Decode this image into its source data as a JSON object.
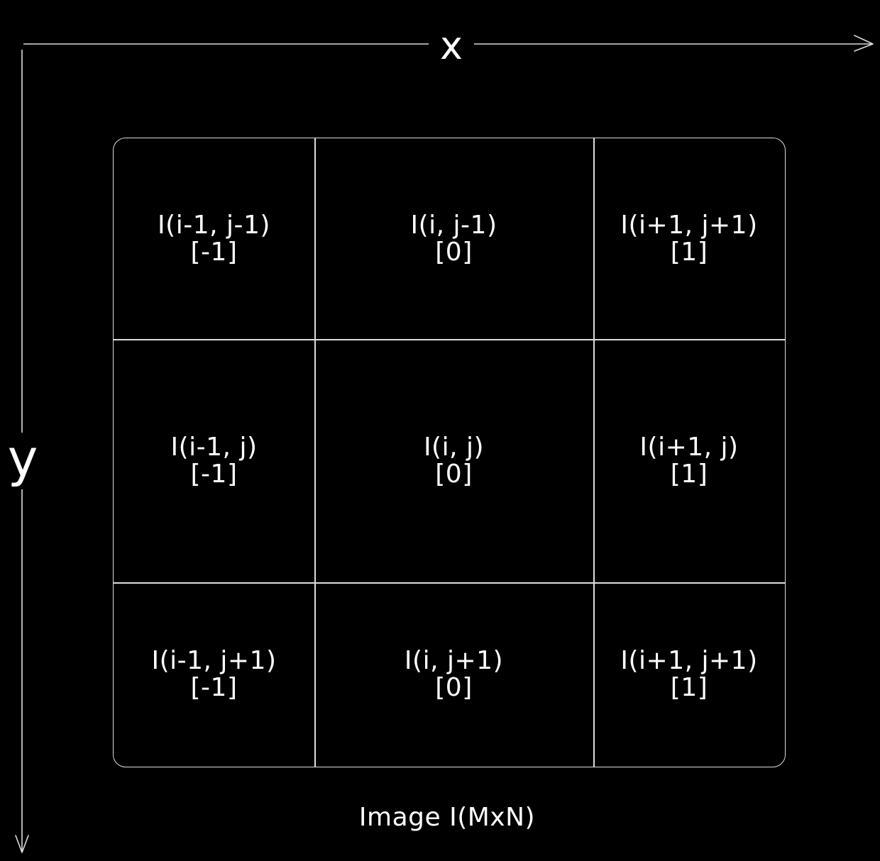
{
  "axes": {
    "x_label": "x",
    "y_label": "y"
  },
  "grid": {
    "rows": [
      [
        {
          "expr": "I(i-1, j-1)",
          "weight": "[-1]"
        },
        {
          "expr": "I(i, j-1)",
          "weight": "[0]"
        },
        {
          "expr": "I(i+1, j+1)",
          "weight": "[1]"
        }
      ],
      [
        {
          "expr": "I(i-1, j)",
          "weight": "[-1]"
        },
        {
          "expr": "I(i, j)",
          "weight": "[0]"
        },
        {
          "expr": "I(i+1, j)",
          "weight": "[1]"
        }
      ],
      [
        {
          "expr": "I(i-1, j+1)",
          "weight": "[-1]"
        },
        {
          "expr": "I(i, j+1)",
          "weight": "[0]"
        },
        {
          "expr": "I(i+1, j+1)",
          "weight": "[1]"
        }
      ]
    ]
  },
  "caption": "Image I(MxN)",
  "colors": {
    "background": "#000000",
    "line": "#dcdcdc",
    "text": "#ffffff"
  }
}
